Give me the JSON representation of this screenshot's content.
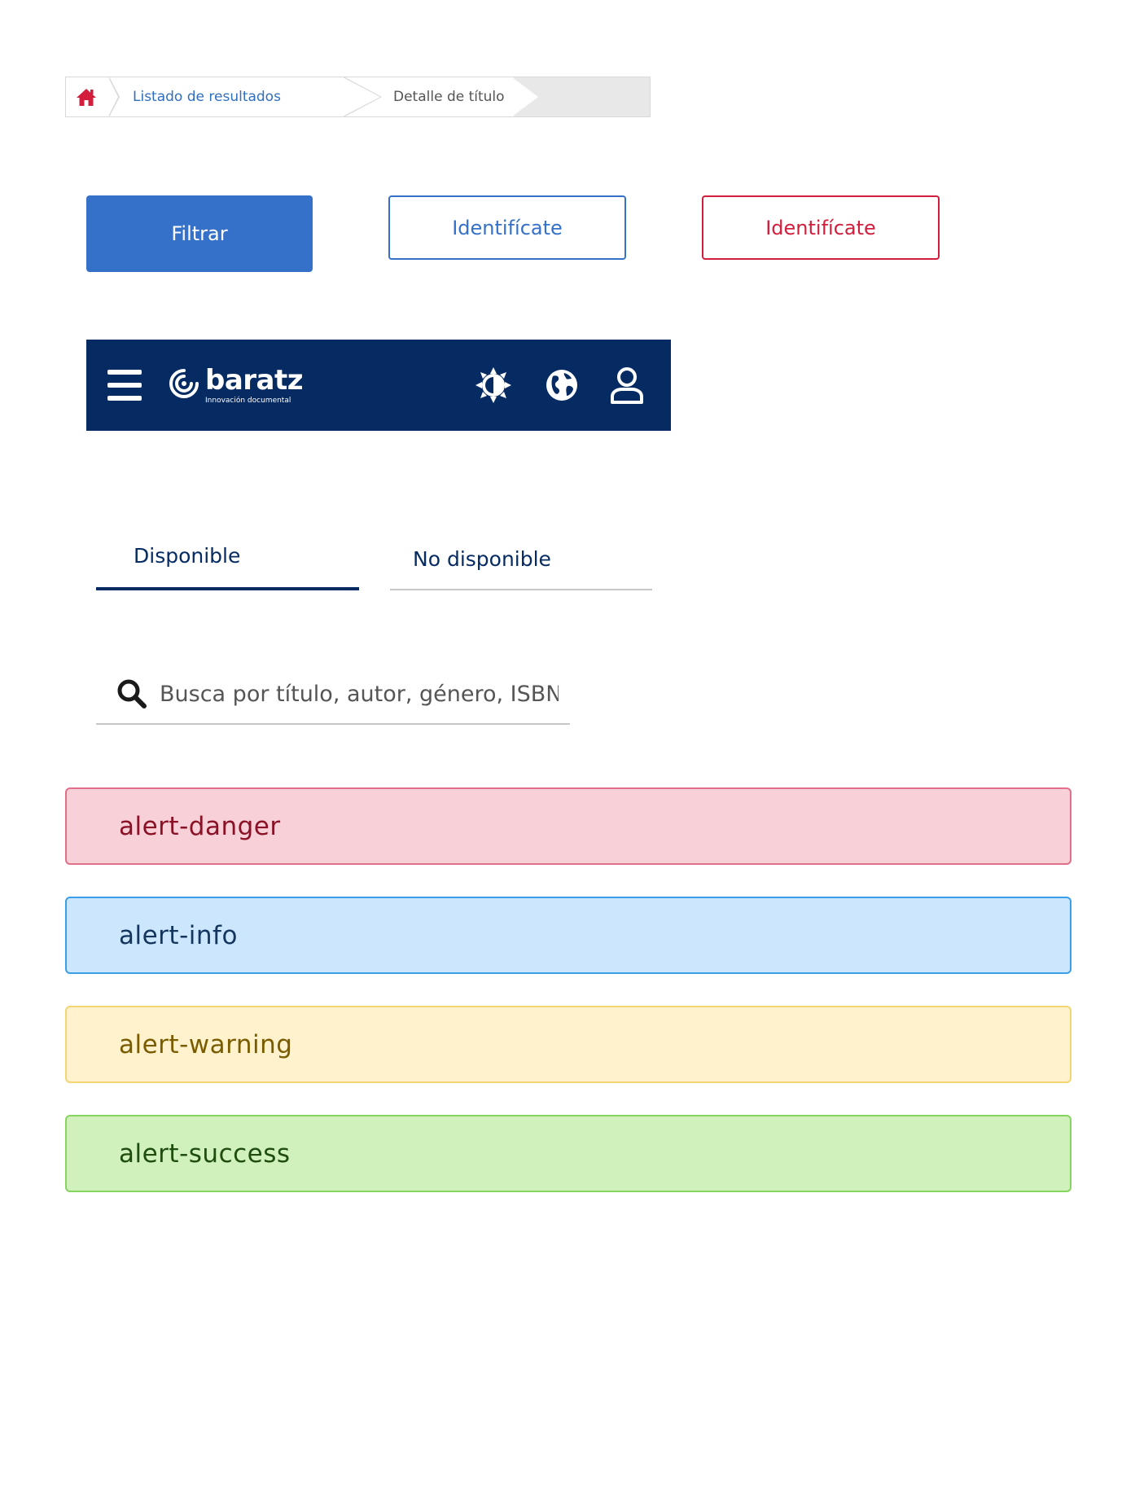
{
  "breadcrumb": {
    "home_icon": "home-icon",
    "items": [
      {
        "label": "Listado de resultados"
      },
      {
        "label": "Detalle de título"
      }
    ]
  },
  "buttons": {
    "filter": "Filtrar",
    "identify_primary": "Identifícate",
    "identify_danger": "Identifícate"
  },
  "header": {
    "logo_name": "baratz",
    "logo_tagline": "Innovación documental",
    "icons": [
      "menu-icon",
      "contrast-icon",
      "globe-icon",
      "user-icon"
    ]
  },
  "tabs": [
    {
      "label": "Disponible",
      "active": true
    },
    {
      "label": "No disponible",
      "active": false
    }
  ],
  "search": {
    "placeholder": "Busca por título, autor, género, ISBN",
    "value": ""
  },
  "alerts": {
    "danger": "alert-danger",
    "info": "alert-info",
    "warning": "alert-warning",
    "success": "alert-success"
  },
  "colors": {
    "primary": "#3571c9",
    "danger": "#d21e3c",
    "navy": "#062b63",
    "home_icon": "#d21e3c"
  }
}
